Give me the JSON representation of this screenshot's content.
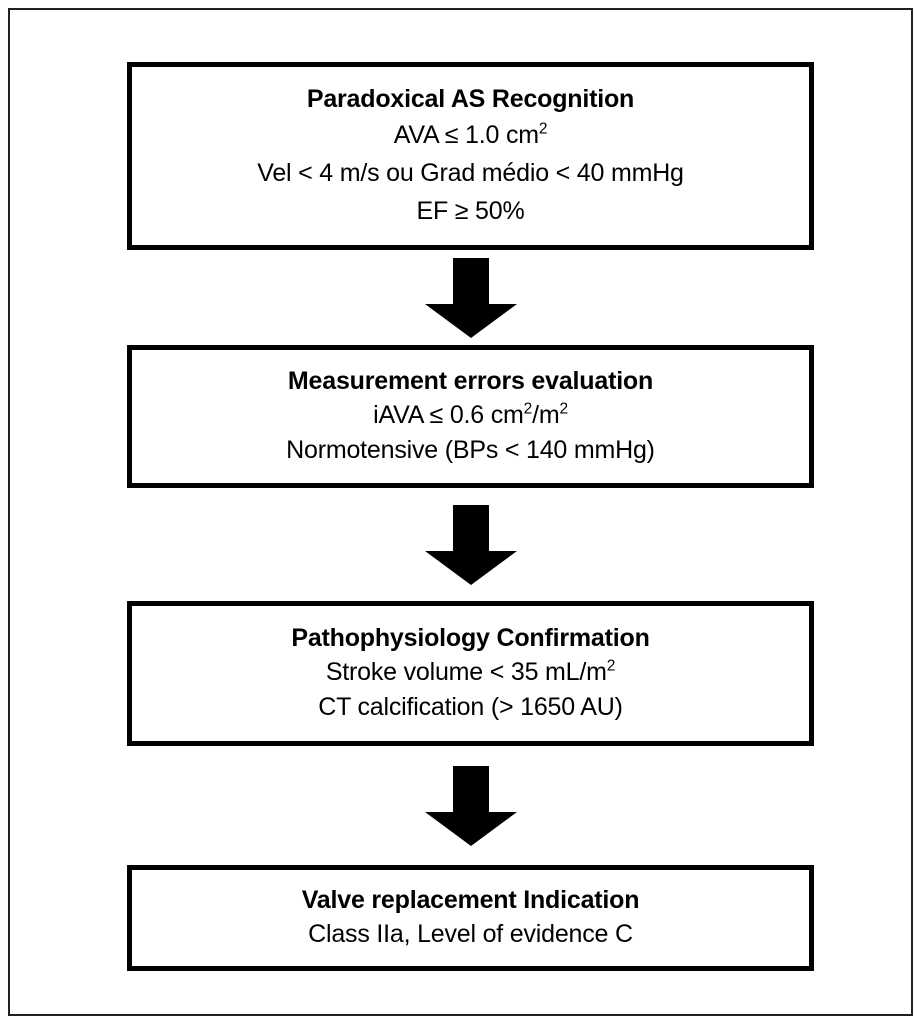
{
  "figure": {
    "type": "flowchart",
    "orientation": "vertical",
    "border_color": "#231f20",
    "node_border_color": "#000000",
    "arrow_color": "#000000",
    "background": "#ffffff"
  },
  "nodes": [
    {
      "id": "paradoxical-as-recognition",
      "title": "Paradoxical AS Recognition",
      "lines": [
        {
          "pre": "AVA ≤ 1.0 cm",
          "sup": "2",
          "post": ""
        },
        {
          "pre": "Vel < 4 m/s ou Grad médio < 40 mmHg",
          "sup": "",
          "post": ""
        },
        {
          "pre": "EF ≥ 50%",
          "sup": "",
          "post": ""
        }
      ]
    },
    {
      "id": "measurement-errors-evaluation",
      "title": "Measurement errors evaluation",
      "lines": [
        {
          "pre": "iAVA ≤ 0.6 cm",
          "sup": "2",
          "post": "/m",
          "sup2": "2"
        },
        {
          "pre": "Normotensive (BPs < 140 mmHg)",
          "sup": "",
          "post": ""
        }
      ]
    },
    {
      "id": "pathophysiology-confirmation",
      "title": "Pathophysiology Confirmation",
      "lines": [
        {
          "pre": "Stroke volume < 35 mL/m",
          "sup": "2",
          "post": ""
        },
        {
          "pre": "CT calcification (> 1650 AU)",
          "sup": "",
          "post": ""
        }
      ]
    },
    {
      "id": "valve-replacement-indication",
      "title": "Valve replacement Indication",
      "lines": [
        {
          "pre": "Class IIa, Level of evidence C",
          "sup": "",
          "post": ""
        }
      ]
    }
  ],
  "arrows": [
    {
      "id": "arrow-1",
      "from": "paradoxical-as-recognition",
      "to": "measurement-errors-evaluation",
      "glyph": "down-arrow"
    },
    {
      "id": "arrow-2",
      "from": "measurement-errors-evaluation",
      "to": "pathophysiology-confirmation",
      "glyph": "down-arrow"
    },
    {
      "id": "arrow-3",
      "from": "pathophysiology-confirmation",
      "to": "valve-replacement-indication",
      "glyph": "down-arrow"
    }
  ]
}
